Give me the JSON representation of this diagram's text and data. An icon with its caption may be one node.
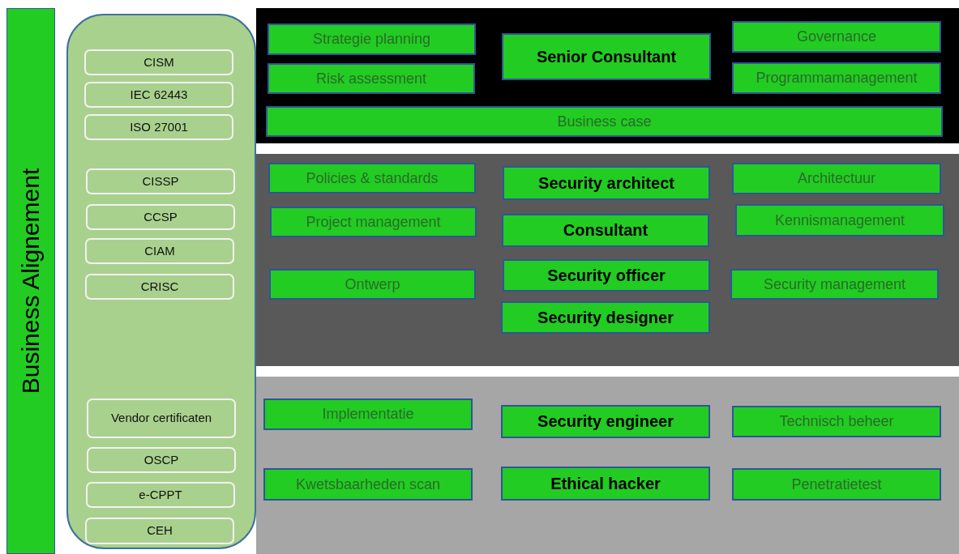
{
  "diagram": {
    "nodes": [
      {
        "text": [
          "Business Alignement"
        ]
      },
      {
        "text": [],
        "shape": "box"
      },
      {
        "text": [
          "CISM"
        ],
        "in": 1
      },
      {
        "text": [
          "IEC 62443"
        ],
        "in": 1
      },
      {
        "text": [
          "ISO 27001"
        ],
        "in": 1
      },
      {
        "text": [
          "CISSP"
        ],
        "in": 1
      },
      {
        "text": [
          "CCSP"
        ],
        "in": 1
      },
      {
        "text": [
          "CIAM"
        ],
        "in": 1
      },
      {
        "text": [
          "CRISC"
        ],
        "in": 1
      },
      {
        "text": [
          "Vendor certificaten"
        ],
        "in": 1
      },
      {
        "text": [
          "OSCP"
        ],
        "in": 1
      },
      {
        "text": [
          "e-CPPT"
        ],
        "in": 1
      },
      {
        "text": [
          "CEH"
        ],
        "in": 1
      },
      {
        "text": [],
        "shape": "band"
      },
      {
        "text": [
          "Strategie planning"
        ],
        "in": 13
      },
      {
        "text": [
          "Senior Consultant"
        ],
        "in": 13
      },
      {
        "text": [
          "Governance"
        ],
        "in": 13
      },
      {
        "text": [
          "Risk assessment"
        ],
        "in": 13
      },
      {
        "text": [
          "Programmamanagement"
        ],
        "in": 13
      },
      {
        "text": [
          "Business case"
        ],
        "in": 13
      },
      {
        "text": [],
        "shape": "band"
      },
      {
        "text": [
          "Policies & standards"
        ],
        "in": 20
      },
      {
        "text": [
          "Security architect"
        ],
        "in": 20
      },
      {
        "text": [
          "Architectuur"
        ],
        "in": 20
      },
      {
        "text": [
          "Project management"
        ],
        "in": 20
      },
      {
        "text": [
          "Consultant"
        ],
        "in": 20
      },
      {
        "text": [
          "Kennismanagement"
        ],
        "in": 20
      },
      {
        "text": [
          "Ontwerp"
        ],
        "in": 20
      },
      {
        "text": [
          "Security officer"
        ],
        "in": 20
      },
      {
        "text": [
          "Security management"
        ],
        "in": 20
      },
      {
        "text": [
          "Security designer"
        ],
        "in": 20
      },
      {
        "text": [],
        "shape": "band"
      },
      {
        "text": [
          "Implementatie"
        ],
        "in": 31
      },
      {
        "text": [
          "Security engineer"
        ],
        "in": 31
      },
      {
        "text": [
          "Technisch beheer"
        ],
        "in": 31
      },
      {
        "text": [
          "Kwetsbaarheden scan"
        ],
        "in": 31
      },
      {
        "text": [
          "Ethical hacker"
        ],
        "in": 31
      },
      {
        "text": [
          "Penetratietest"
        ],
        "in": 31
      }
    ]
  }
}
